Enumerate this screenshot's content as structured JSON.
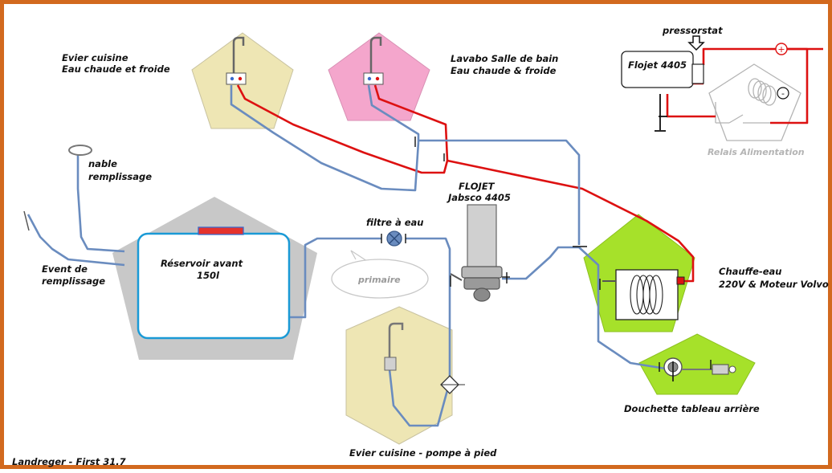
{
  "labels": {
    "evier_cuisine_line1": "Evier cuisine",
    "evier_cuisine_line2": "Eau chaude et froide",
    "lavabo_line1": "Lavabo Salle de bain",
    "lavabo_line2": "Eau chaude & froide",
    "pressostat": "pressorstat",
    "flojet_box": "Flojet 4405",
    "relais": "Relais Alimentation",
    "nable_line1": "nable",
    "nable_line2": "remplissage",
    "event_line1": "Event de",
    "event_line2": "remplissage",
    "reservoir_line1": "Réservoir avant",
    "reservoir_line2": "150l",
    "filtre": "filtre à eau",
    "primaire": "primaire",
    "flojet_pump_line1": "FLOJET",
    "flojet_pump_line2": "Jabsco 4405",
    "chauffe_line1": "Chauffe-eau",
    "chauffe_line2": "220V & Moteur Volvo",
    "douchette": "Douchette tableau arrière",
    "evier_pompe": "Evier cuisine - pompe à pied",
    "credit": "Landreger - First 31.7",
    "plus_sign": "+",
    "minus_sign": "-"
  },
  "colors": {
    "frame": "#d2691e",
    "hot_pipe": "#dd1111",
    "cold_pipe": "#6a8cbf",
    "kitchen_zone": "#eee6b4",
    "bathroom_zone": "#f4a6cc",
    "tank_zone": "#c8c8c8",
    "heater_zone": "#a6e12a",
    "relay_grey": "#b4b4b4",
    "tank_outline": "#1a9ad6"
  }
}
